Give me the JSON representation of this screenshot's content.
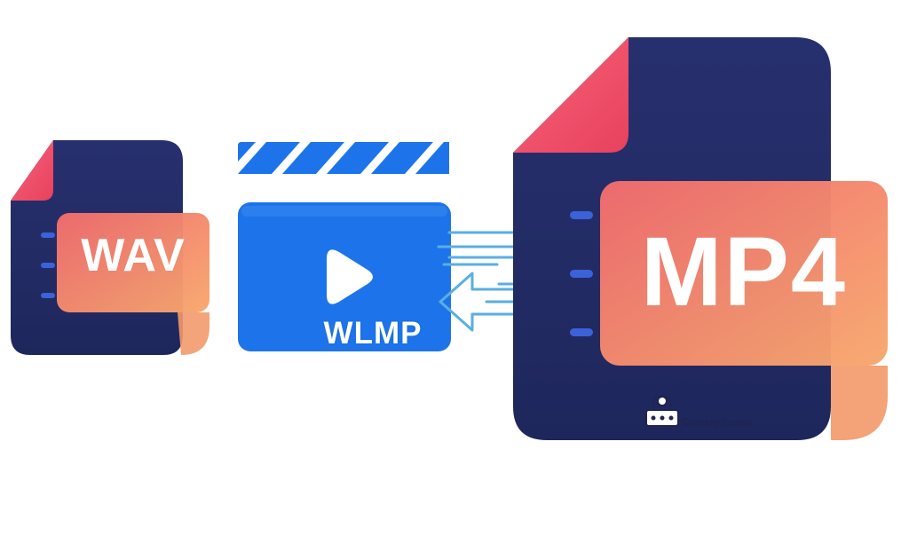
{
  "labels": {
    "source_format": "WAV",
    "project_format": "WLMP",
    "target_format": "MP4",
    "brand": "Gossipfunda"
  },
  "icons": {
    "source_file": "document-icon",
    "project": "clapperboard-icon",
    "play": "play-icon",
    "convert": "bidirectional-arrows-icon",
    "target_file": "document-icon",
    "brand": "chef-logo-icon"
  },
  "colors": {
    "document_navy": "#232c66",
    "document_corner": "#ef4c67",
    "label_orange": "#f5876a",
    "clapper_blue": "#1d74ea",
    "arrow_blue": "#5aaee3",
    "brand_text": "#1f2452"
  }
}
